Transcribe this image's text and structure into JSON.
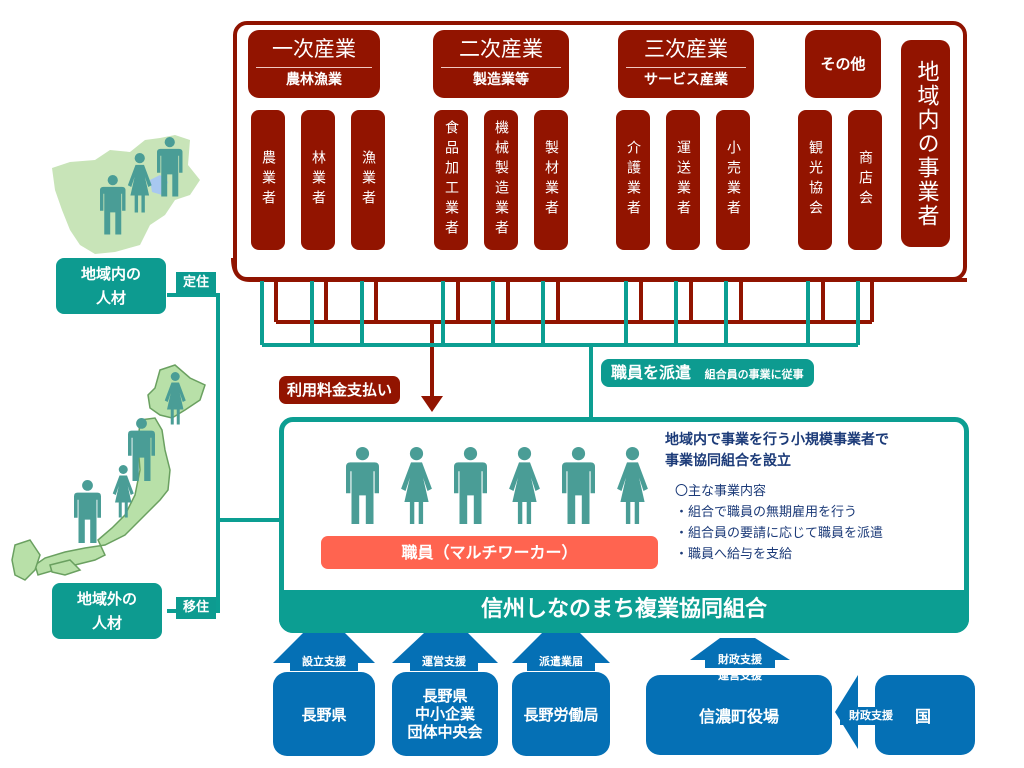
{
  "colors": {
    "business_red": "#921400",
    "teal": "#0c9e92",
    "worker_coral": "#ff6450",
    "support_blue": "#0570b5",
    "map_green": "#c8e4b8",
    "person": "#4a9d96"
  },
  "categories": [
    {
      "title": "一次産業",
      "subtitle": "農林漁業",
      "members": [
        "農業者",
        "林業者",
        "漁業者"
      ]
    },
    {
      "title": "二次産業",
      "subtitle": "製造業等",
      "members": [
        "食品加工業者",
        "機械製造業者",
        "製材業者"
      ]
    },
    {
      "title": "三次産業",
      "subtitle": "サービス産業",
      "members": [
        "介護業者",
        "運送業者",
        "小売業者"
      ]
    },
    {
      "title": "その他",
      "subtitle": "",
      "members": [
        "観光協会",
        "商店会"
      ]
    }
  ],
  "region_businesses_label": "地域内の事業者",
  "flows": {
    "payment_label": "利用料金支払い",
    "dispatch_label": "職員を派遣",
    "dispatch_note": "組合員の事業に従事"
  },
  "cooperative": {
    "name": "信州しなのまち複業協同組合",
    "workers_label": "職員（マルチワーカー）",
    "worker_icons": [
      "male",
      "female",
      "male",
      "female",
      "male",
      "female"
    ],
    "heading_line1": "地域内で事業を行う小規模事業者で",
    "heading_line2": "事業協同組合を設立",
    "activities_title": "〇主な事業内容",
    "activities": [
      "・組合で職員の無期雇用を行う",
      "・組合員の要請に応じて職員を派遣",
      "・職員へ給与を支給"
    ]
  },
  "talent": {
    "local": {
      "label_line1": "地域内の",
      "label_line2": "人材",
      "tag": "定住"
    },
    "outside": {
      "label_line1": "地域外の",
      "label_line2": "人材",
      "tag": "移住"
    }
  },
  "supporters": [
    {
      "tag": "設立支援",
      "name_lines": [
        "長野県"
      ]
    },
    {
      "tag": "運営支援",
      "name_lines": [
        "長野県",
        "中小企業",
        "団体中央会"
      ]
    },
    {
      "tag": "派遣業届",
      "name_lines": [
        "長野労働局"
      ]
    },
    {
      "tag_lines": [
        "財政支援",
        "運営支援"
      ],
      "name_lines": [
        "信濃町役場"
      ]
    },
    {
      "tag": "財政支援",
      "name_lines": [
        "国"
      ]
    }
  ]
}
